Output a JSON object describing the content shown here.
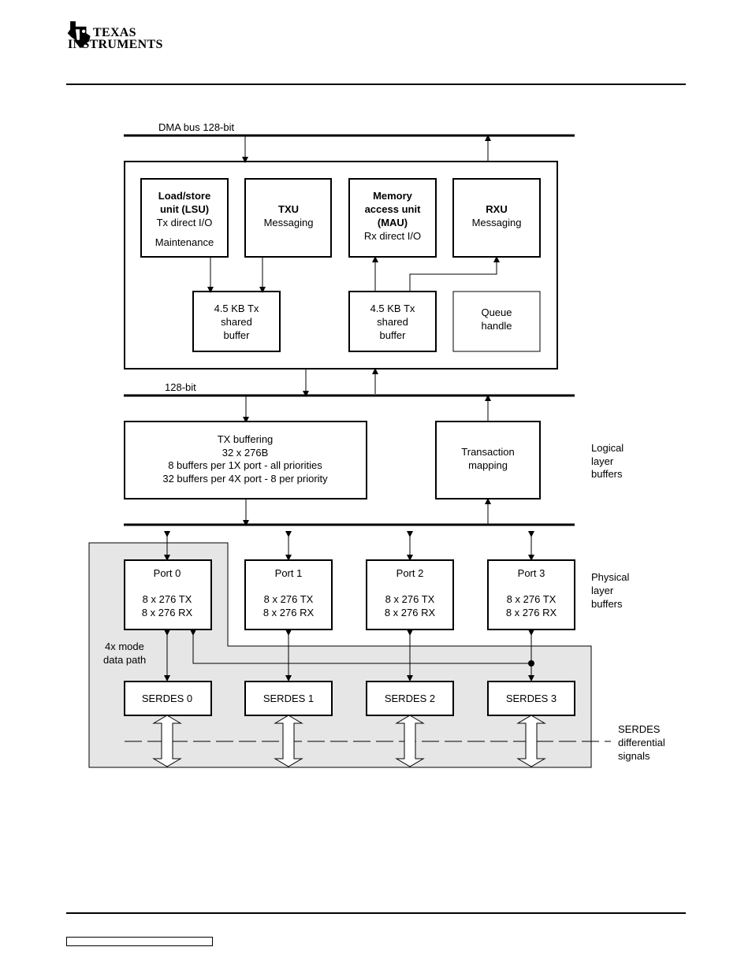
{
  "header": {
    "logo_line1": "TEXAS",
    "logo_line2": "INSTRUMENTS",
    "logo_icon": "texas-state-icon"
  },
  "diagram": {
    "dma_bus_label": "DMA bus 128-bit",
    "inner_bus_label": "128-bit",
    "lsu": {
      "title1": "Load/store",
      "title2": "unit (LSU)",
      "line1": "Tx direct I/O",
      "line2": "Maintenance"
    },
    "txu": {
      "title": "TXU",
      "line1": "Messaging"
    },
    "mau": {
      "title1": "Memory",
      "title2": "access unit",
      "title3": "(MAU)",
      "line1": "Rx direct I/O"
    },
    "rxu": {
      "title": "RXU",
      "line1": "Messaging"
    },
    "tx_buffer": {
      "line1": "4.5 KB Tx",
      "line2": "shared",
      "line3": "buffer"
    },
    "rx_buffer": {
      "line1": "4.5 KB Tx",
      "line2": "shared",
      "line3": "buffer"
    },
    "queue": {
      "line1": "Queue",
      "line2": "handle"
    },
    "tx_buffering": {
      "line1": "TX buffering",
      "line2": "32 x 276B",
      "line3": "8 buffers per 1X port - all priorities",
      "line4": "32 buffers per 4X port - 8 per priority"
    },
    "transaction": {
      "line1": "Transaction",
      "line2": "mapping"
    },
    "logical_label": {
      "line1": "Logical",
      "line2": "layer",
      "line3": "buffers"
    },
    "physical_label": {
      "line1": "Physical",
      "line2": "layer",
      "line3": "buffers"
    },
    "ports": [
      {
        "name": "Port 0",
        "tx": "8 x 276 TX",
        "rx": "8 x 276 RX"
      },
      {
        "name": "Port 1",
        "tx": "8 x 276 TX",
        "rx": "8 x 276 RX"
      },
      {
        "name": "Port 2",
        "tx": "8 x 276 TX",
        "rx": "8 x 276 RX"
      },
      {
        "name": "Port 3",
        "tx": "8 x 276 TX",
        "rx": "8 x 276 RX"
      }
    ],
    "serdes": [
      "SERDES 0",
      "SERDES 1",
      "SERDES 2",
      "SERDES 3"
    ],
    "mode_label": {
      "line1": "4x mode",
      "line2": "data path"
    },
    "serdes_label": {
      "line1": "SERDES",
      "line2": "differential",
      "line3": "signals"
    },
    "colors": {
      "shade": "#e6e6e6",
      "line": "#000000"
    }
  }
}
